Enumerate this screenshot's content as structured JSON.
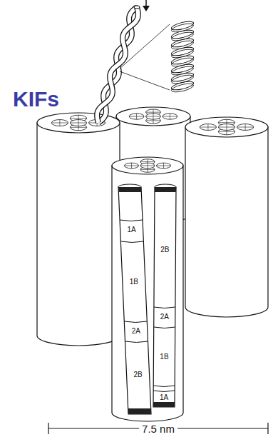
{
  "diagram": {
    "labels": [
      "KIFs",
      "1A",
      "1B",
      "2A",
      "2B",
      "2B",
      "2A",
      "1B",
      "1A",
      "7.5 nm"
    ]
  }
}
